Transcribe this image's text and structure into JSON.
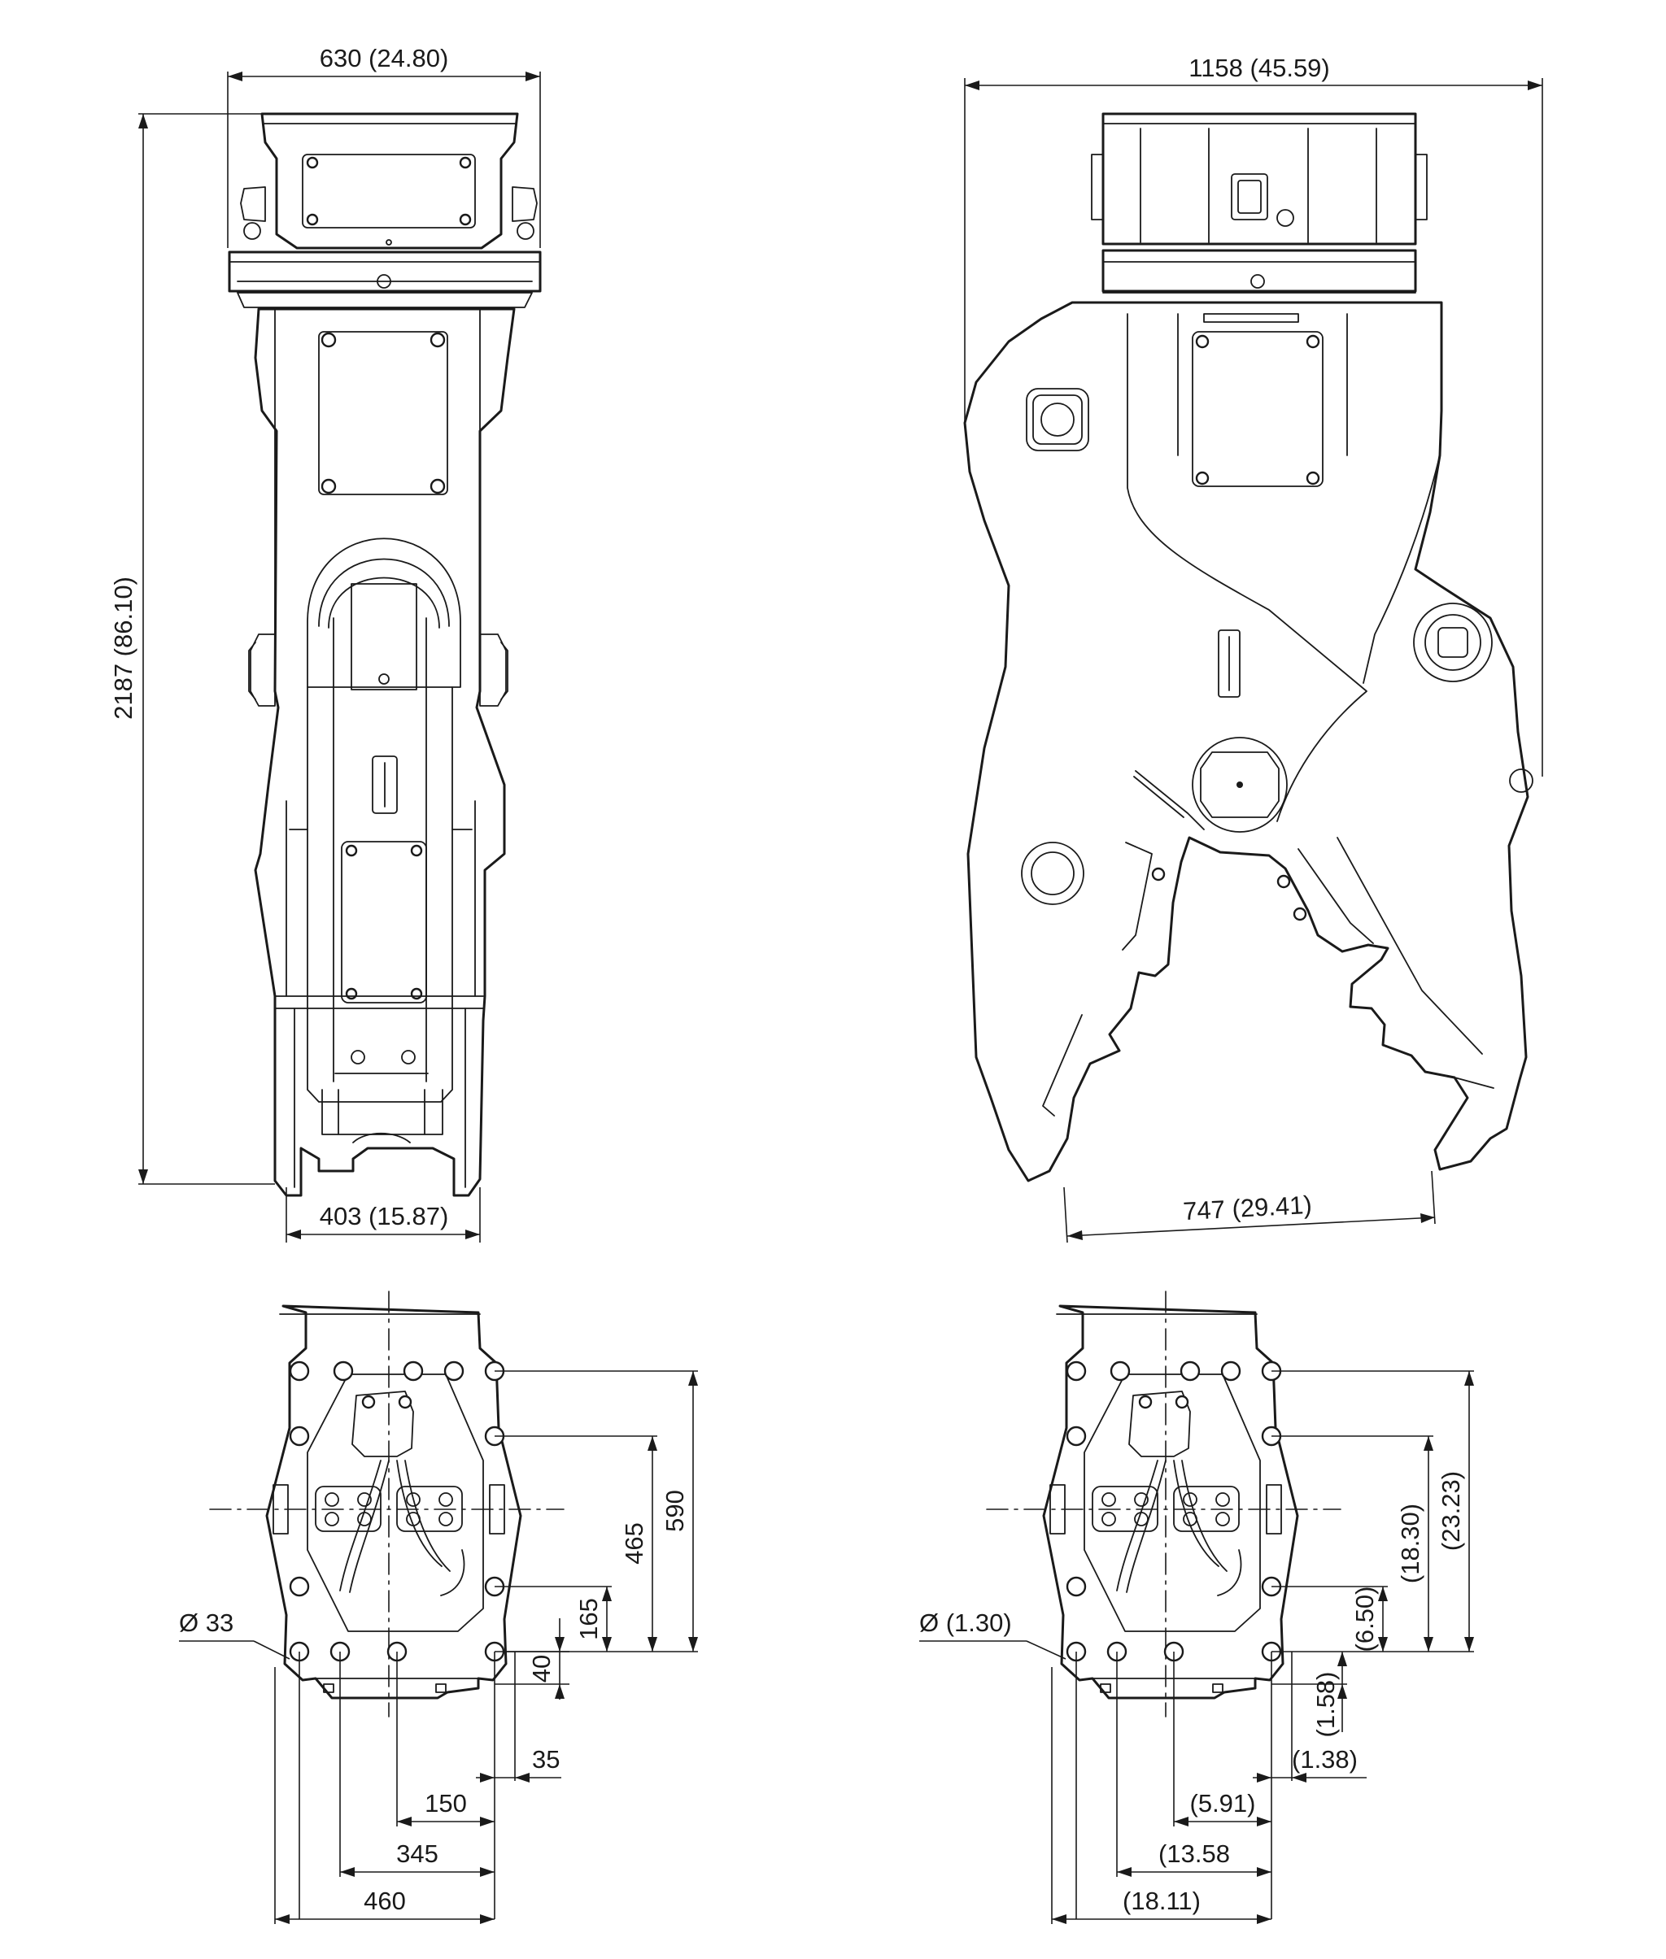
{
  "dimensions": {
    "side_top_width": "630 (24.80)",
    "side_height": "2187 (86.10)",
    "side_bottom_width": "403 (15.87)",
    "front_top_width": "1158 (45.59)",
    "jaw_opening": "747 (29.41)",
    "metric_hole_dia": "Ø 33",
    "metric_v590": "590",
    "metric_v465": "465",
    "metric_v165": "165",
    "metric_v40": "40",
    "metric_h35": "35",
    "metric_h150": "150",
    "metric_h345": "345",
    "metric_h460": "460",
    "imperial_hole_dia": "Ø (1.30)",
    "imperial_v590": "(23.23)",
    "imperial_v465": "(18.30)",
    "imperial_v165": "(6.50)",
    "imperial_v40": "(1.58)",
    "imperial_h35": "(1.38)",
    "imperial_h150": "(5.91)",
    "imperial_h345": "(13.58",
    "imperial_h460": "(18.11)"
  }
}
